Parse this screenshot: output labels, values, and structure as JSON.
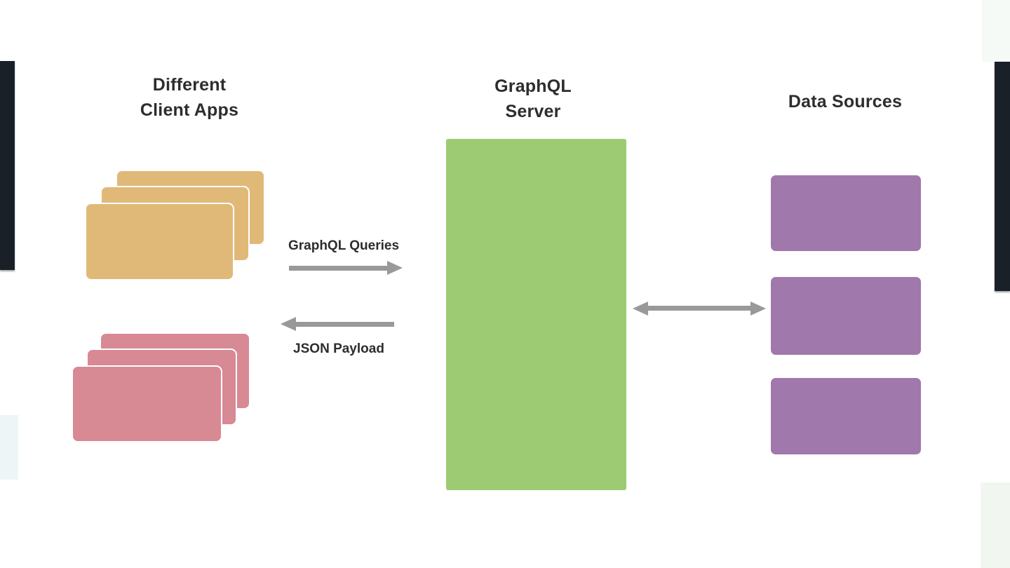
{
  "diagram": {
    "clients": {
      "title_line1": "Different",
      "title_line2": "Client Apps",
      "yellow_stack_count": 3,
      "pink_stack_count": 3
    },
    "server": {
      "title_line1": "GraphQL",
      "title_line2": "Server"
    },
    "sources": {
      "title": "Data Sources",
      "block_count": 3
    },
    "arrows": {
      "queries_label": "GraphQL Queries",
      "payload_label": "JSON Payload"
    }
  },
  "colors": {
    "client_yellow": "#e0b978",
    "client_pink": "#d78994",
    "server_green": "#9ccb74",
    "source_purple": "#a178ab",
    "arrow_gray": "#999999",
    "edge_dark": "#1a2028",
    "text_dark": "#2d2d2d"
  }
}
